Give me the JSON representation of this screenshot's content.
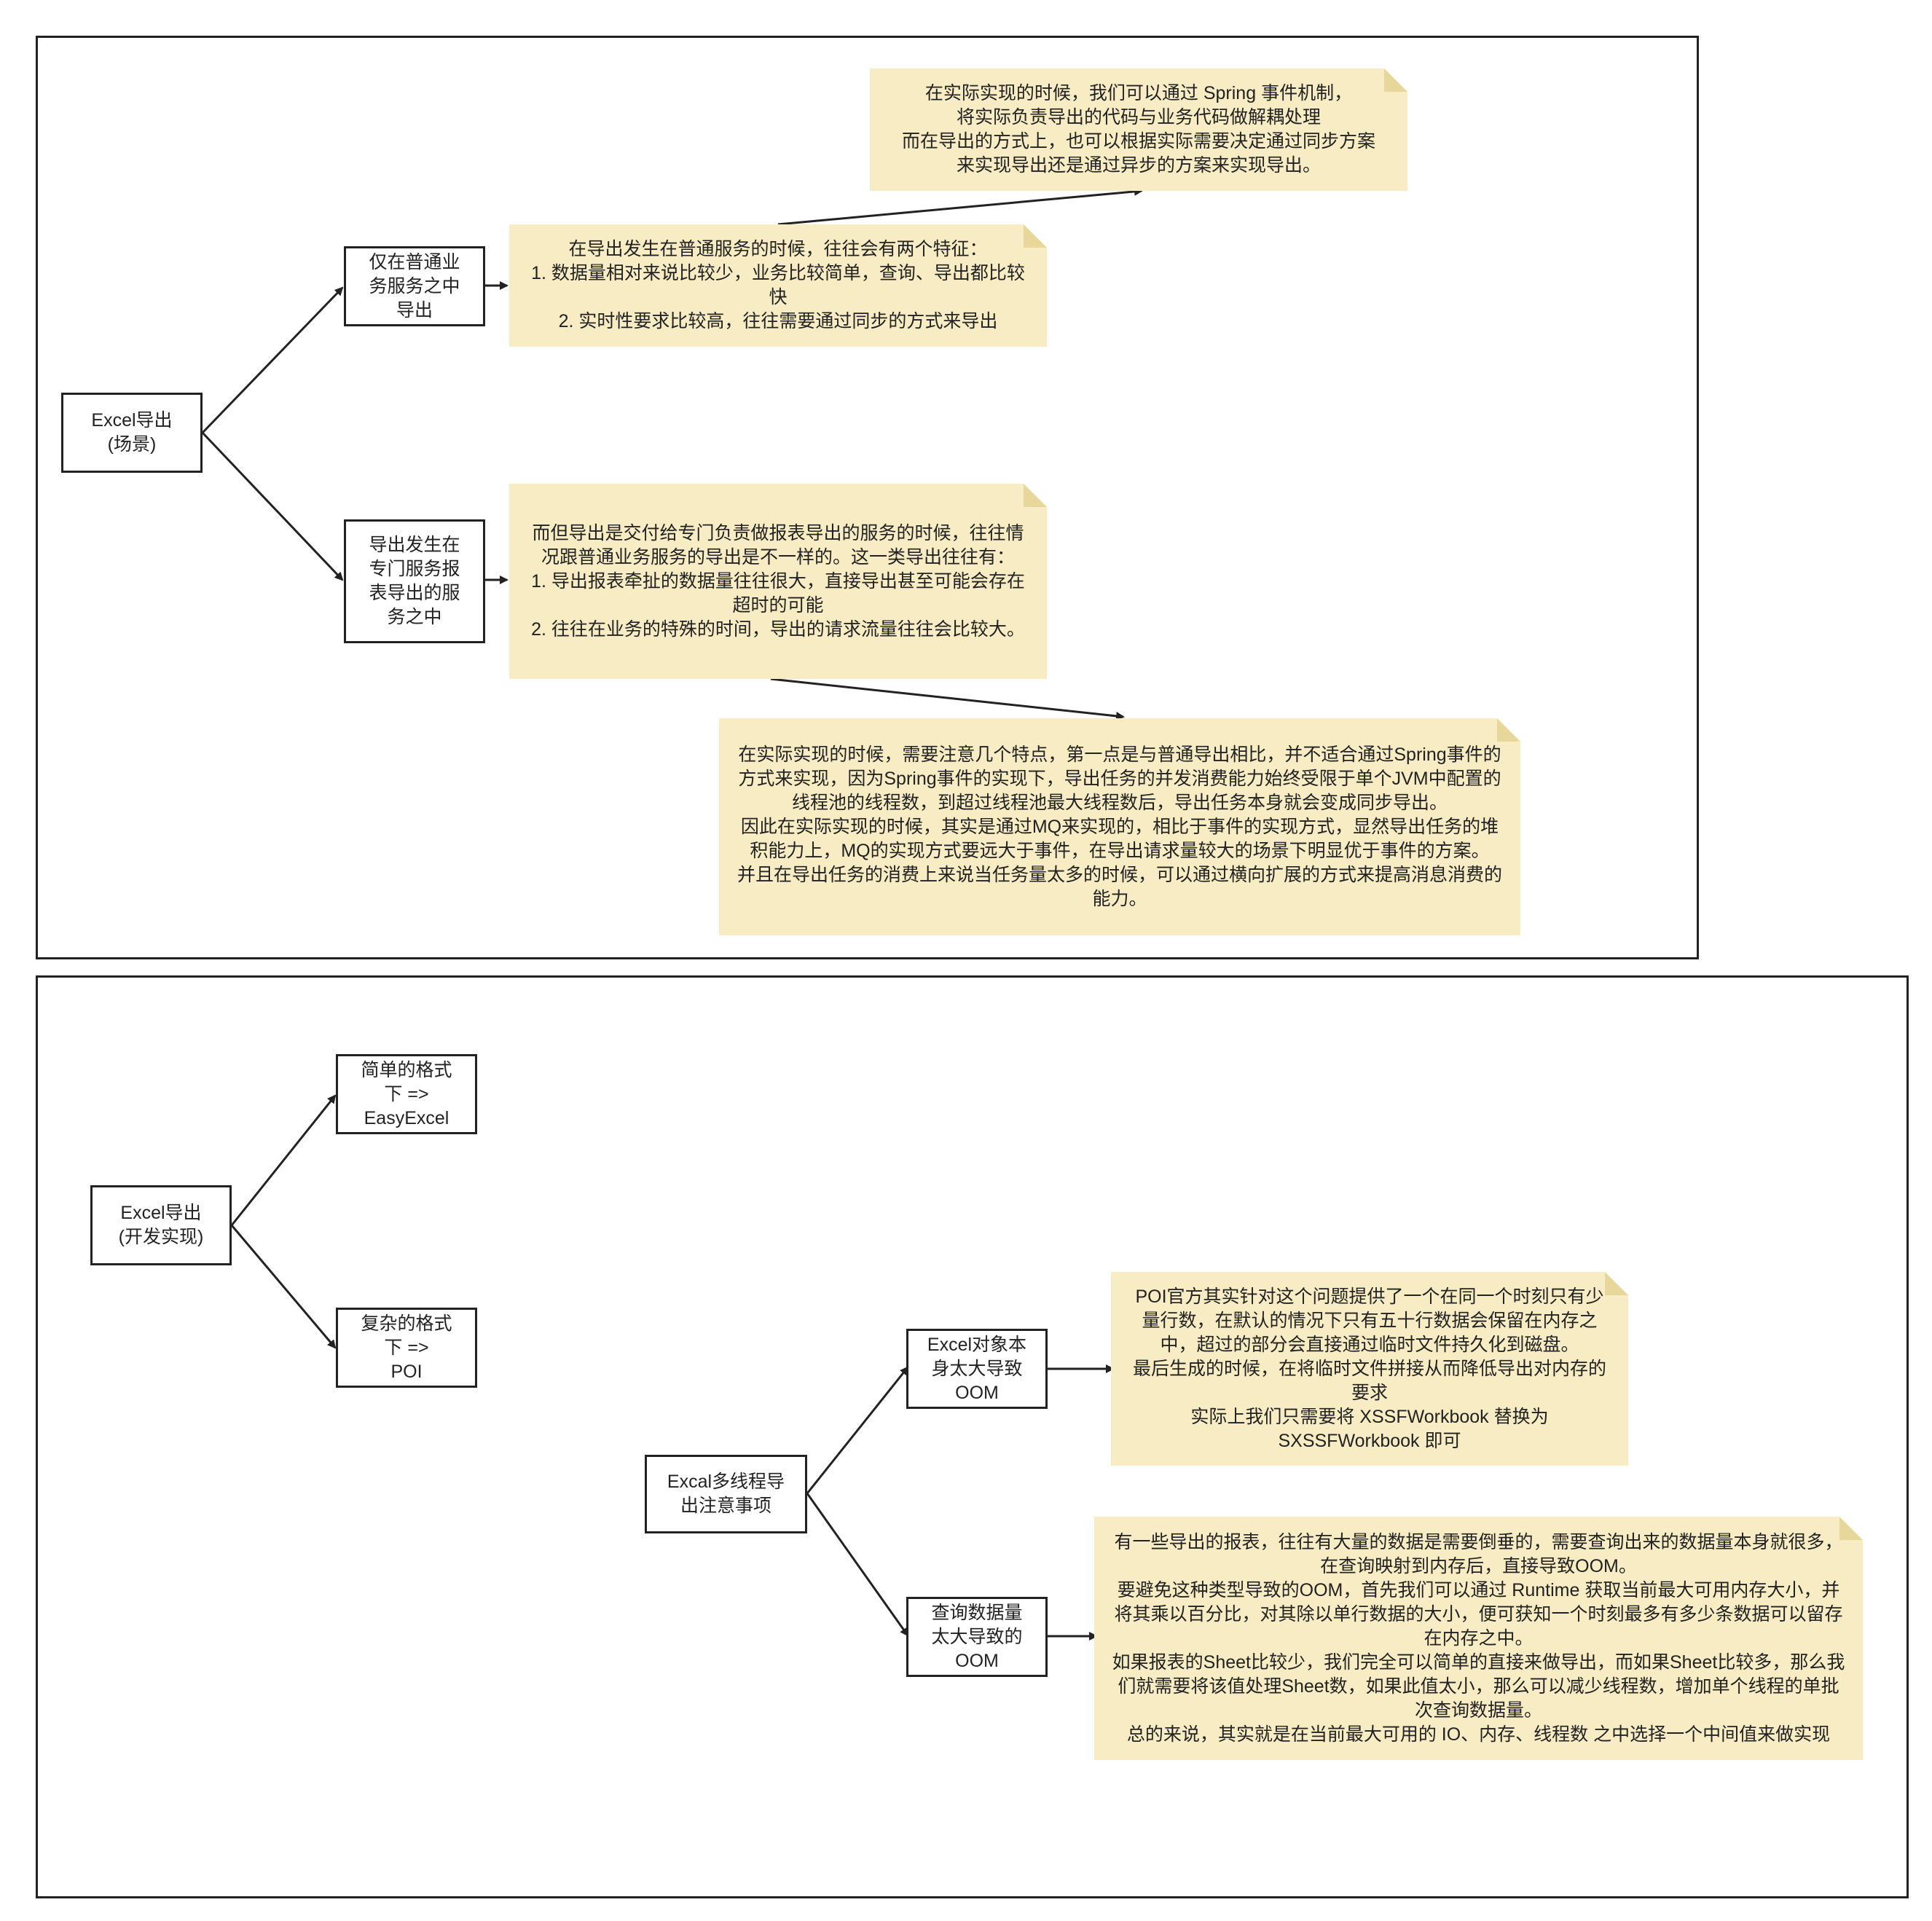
{
  "scenario": {
    "root": "Excel导出\n(场景)",
    "branch_normal": "仅在普通业\n务服务之中\n导出",
    "branch_report": "导出发生在\n专门服务报\n表导出的服\n务之中",
    "note_normal": "在导出发生在普通服务的时候，往往会有两个特征：\n1. 数据量相对来说比较少，业务比较简单，查询、导出都比较快\n2. 实时性要求比较高，往往需要通过同步的方式来导出",
    "note_spring": "在实际实现的时候，我们可以通过 Spring 事件机制，\n将实际负责导出的代码与业务代码做解耦处理\n而在导出的方式上，也可以根据实际需要决定通过同步方案\n来实现导出还是通过异步的方案来实现导出。",
    "note_report": "而但导出是交付给专门负责做报表导出的服务的时候，往往情况跟普通业务服务的导出是不一样的。这一类导出往往有：\n1. 导出报表牵扯的数据量往往很大，直接导出甚至可能会存在超时的可能\n2. 往往在业务的特殊的时间，导出的请求流量往往会比较大。",
    "note_mq": "在实际实现的时候，需要注意几个特点，第一点是与普通导出相比，并不适合通过Spring事件的方式来实现，因为Spring事件的实现下，导出任务的并发消费能力始终受限于单个JVM中配置的线程池的线程数，到超过线程池最大线程数后，导出任务本身就会变成同步导出。\n因此在实际实现的时候，其实是通过MQ来实现的，相比于事件的实现方式，显然导出任务的堆积能力上，MQ的实现方式要远大于事件，在导出请求量较大的场景下明显优于事件的方案。\n并且在导出任务的消费上来说当任务量太多的时候，可以通过横向扩展的方式来提高消息消费的能力。"
  },
  "development": {
    "root": "Excel导出\n(开发实现)",
    "simple": "简单的格式\n下 =>\nEasyExcel",
    "complex": "复杂的格式\n下 =>\nPOI",
    "multithread": "Excal多线程导\n出注意事项",
    "oom_object": "Excel对象本\n身太大导致\nOOM",
    "oom_query": "查询数据量\n太大导致的\nOOM",
    "note_poi": "POI官方其实针对这个问题提供了一个在同一个时刻只有少量行数，在默认的情况下只有五十行数据会保留在内存之中，超过的部分会直接通过临时文件持久化到磁盘。\n最后生成的时候，在将临时文件拼接从而降低导出对内存的要求\n实际上我们只需要将 XSSFWorkbook 替换为\nSXSSFWorkbook 即可",
    "note_query": "有一些导出的报表，往往有大量的数据是需要倒垂的，需要查询出来的数据量本身就很多，在查询映射到内存后，直接导致OOM。\n要避免这种类型导致的OOM，首先我们可以通过 Runtime 获取当前最大可用内存大小，并将其乘以百分比，对其除以单行数据的大小，便可获知一个时刻最多有多少条数据可以留存在内存之中。\n如果报表的Sheet比较少，我们完全可以简单的直接来做导出，而如果Sheet比较多，那么我们就需要将该值处理Sheet数，如果此值太小，那么可以减少线程数，增加单个线程的单批次查询数据量。\n总的来说，其实就是在当前最大可用的 IO、内存、线程数 之中选择一个中间值来做实现"
  }
}
